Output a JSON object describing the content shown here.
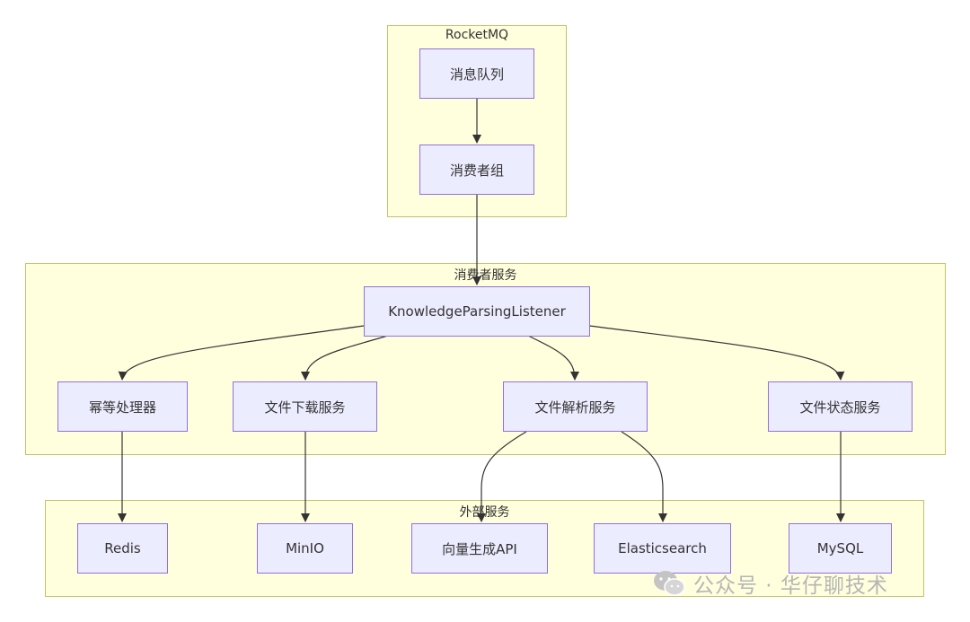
{
  "clusters": {
    "rocketmq": {
      "title": "RocketMQ"
    },
    "consumer": {
      "title": "消费者服务"
    },
    "external": {
      "title": "外部服务"
    }
  },
  "nodes": {
    "queue": "消息队列",
    "group": "消费者组",
    "listener": "KnowledgeParsingListener",
    "idempotent": "幂等处理器",
    "download": "文件下载服务",
    "parse": "文件解析服务",
    "status": "文件状态服务",
    "redis": "Redis",
    "minio": "MinIO",
    "vector": "向量生成API",
    "elastic": "Elasticsearch",
    "mysql": "MySQL"
  },
  "watermark": {
    "text": "公众号 · 华仔聊技术",
    "icon": "wechat-icon"
  },
  "colors": {
    "node_fill": "#ececff",
    "node_border": "#9370db",
    "cluster_fill": "#ffffde",
    "cluster_border": "#c2c26a",
    "edge": "#333333"
  }
}
